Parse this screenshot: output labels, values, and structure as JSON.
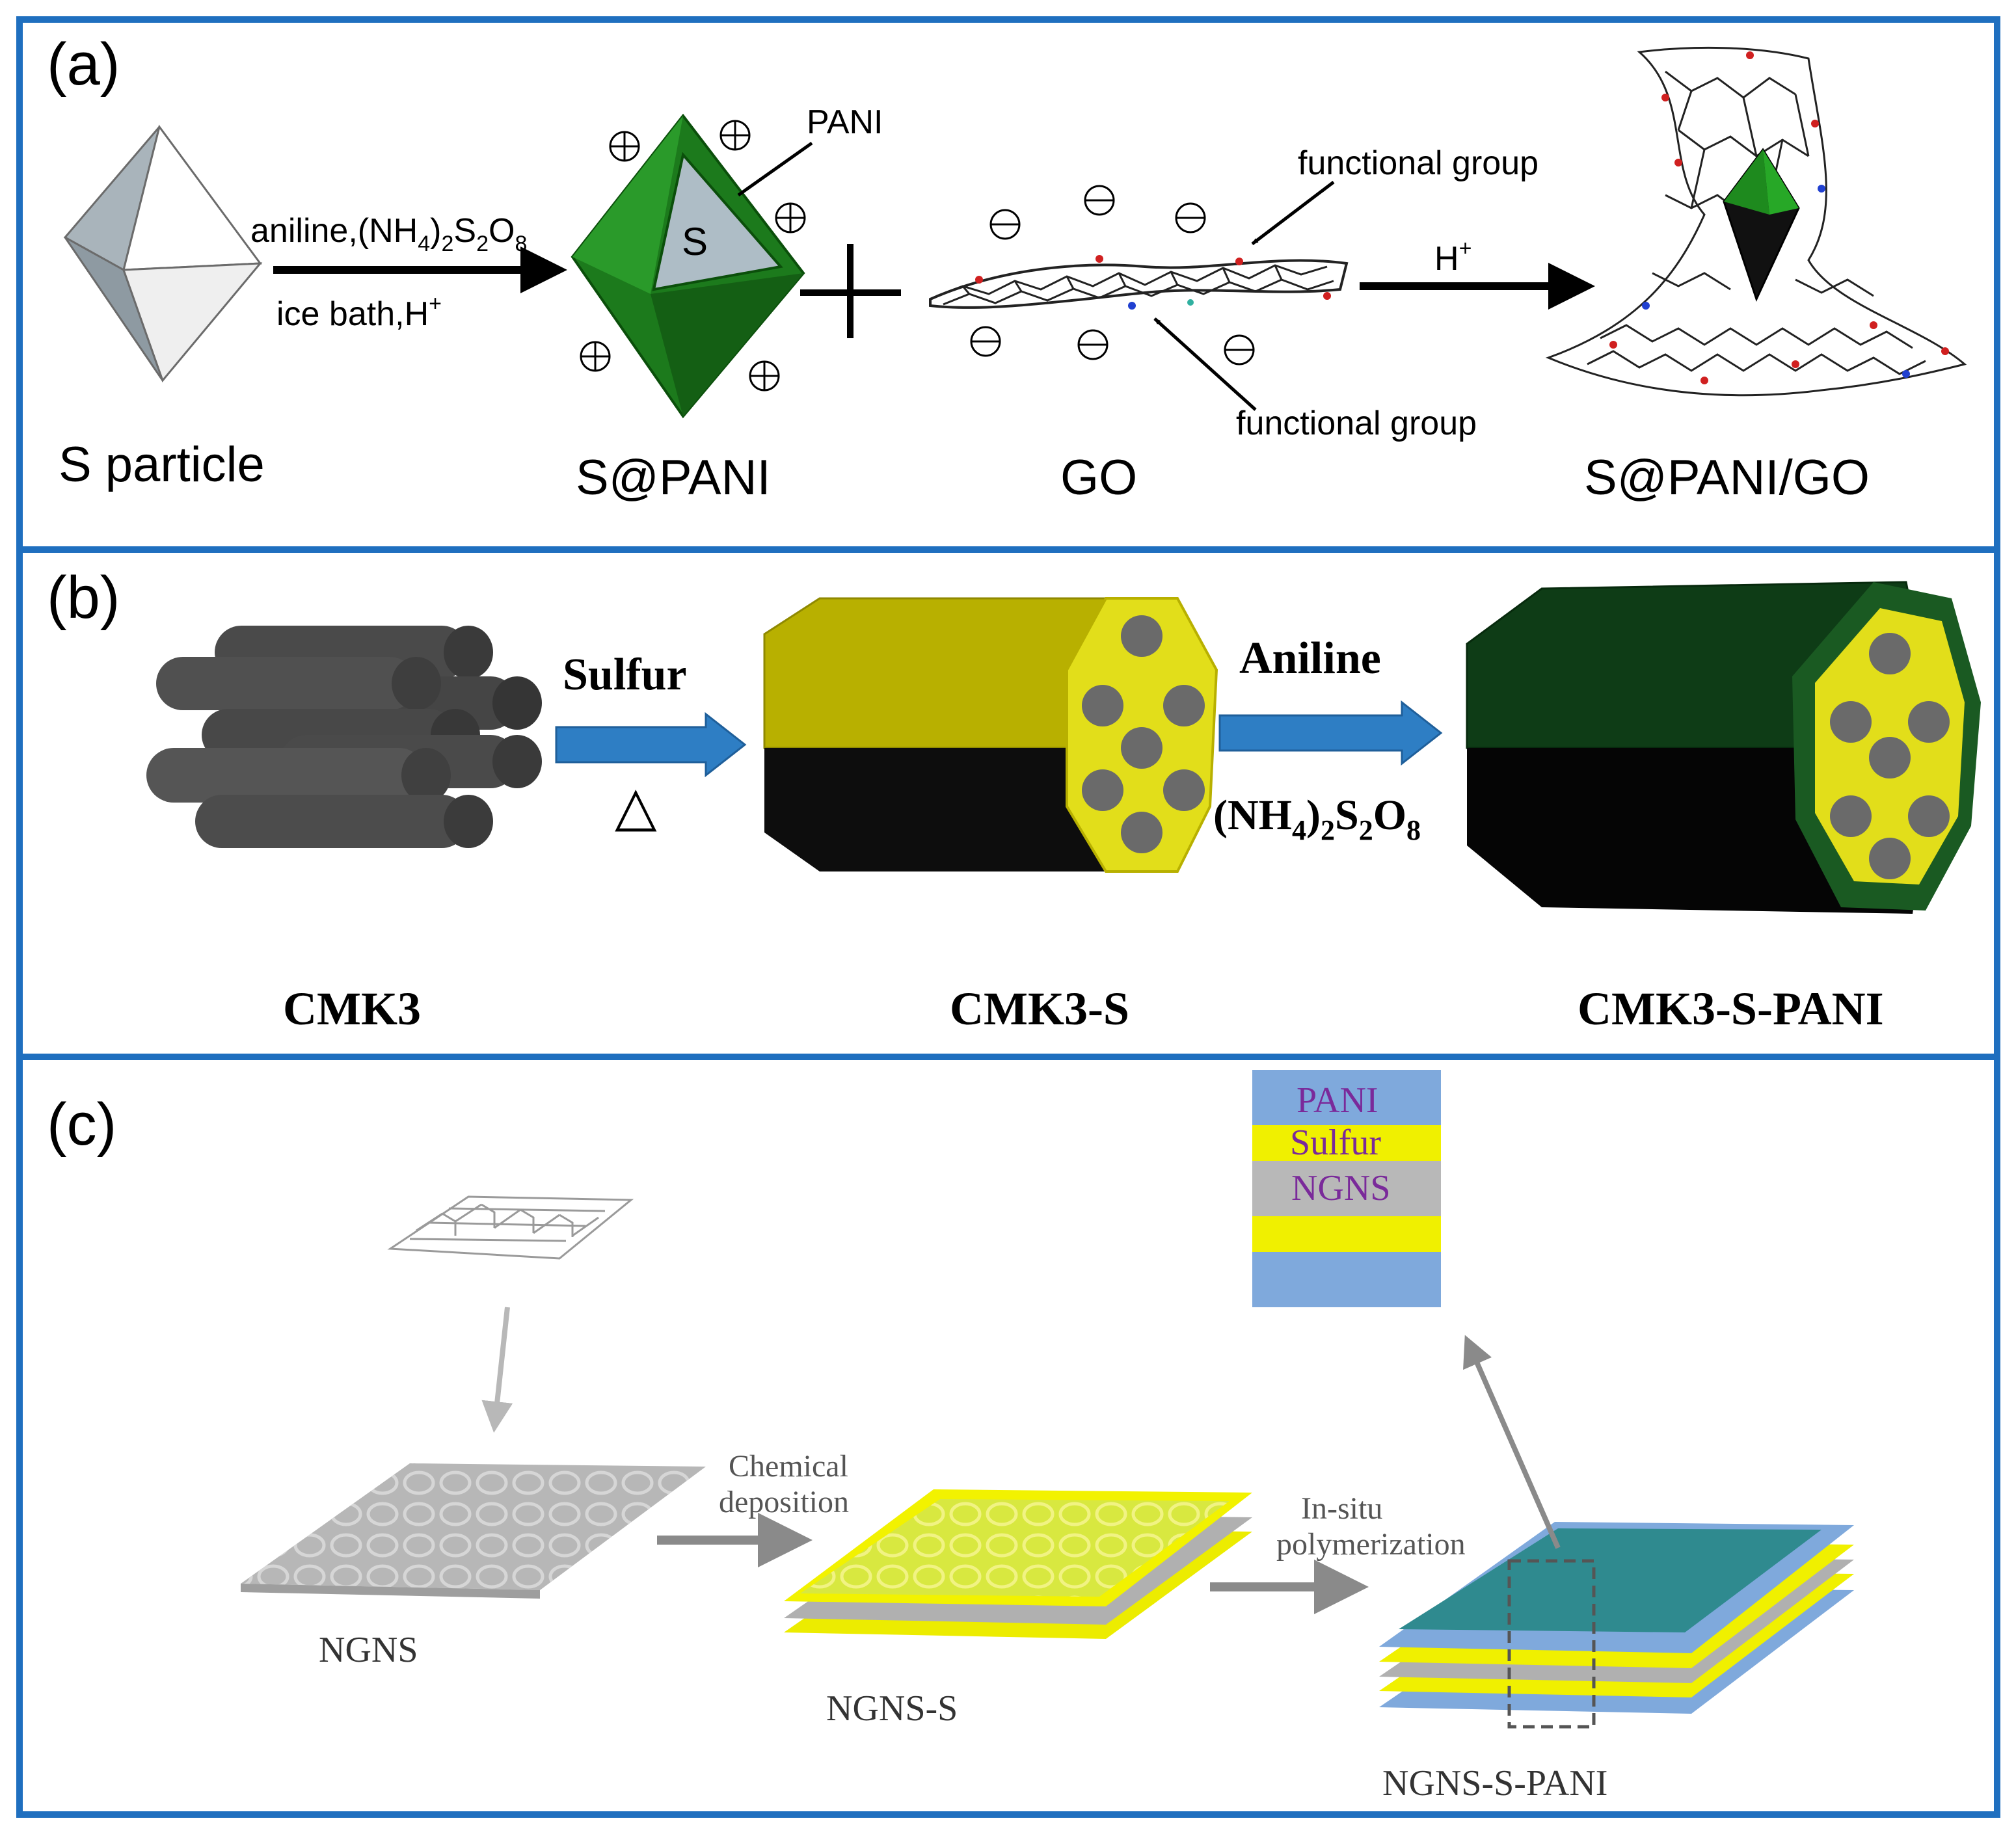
{
  "panel_a": {
    "label": "(a)",
    "s_particle": "S particle",
    "reagents_top_prefix": "aniline,(NH",
    "reagents_top_sub1": "4",
    "reagents_top_mid": ")",
    "reagents_top_sub2": "2",
    "reagents_top_s": "S",
    "reagents_top_sub3": "2",
    "reagents_top_o": "O",
    "reagents_top_sub4": "8",
    "reagents_bottom": "ice bath,H",
    "reagents_bottom_sup": "+",
    "core_label": "S",
    "pani_label": "PANI",
    "s_pani": "S@PANI",
    "go": "GO",
    "functional_group_top": "functional group",
    "functional_group_bottom": "functional group",
    "acid": "H",
    "acid_sup": "+",
    "s_pani_go": "S@PANI/GO"
  },
  "panel_b": {
    "label": "(b)",
    "step1_reagent": "Sulfur",
    "step1_condition": "△",
    "step2_reagent": "Aniline",
    "step2_cond_prefix": "(NH",
    "step2_cond_sub1": "4",
    "step2_cond_mid": ")",
    "step2_cond_sub2": "2",
    "step2_cond_s": "S",
    "step2_cond_sub3": "2",
    "step2_cond_o": "O",
    "step2_cond_sub4": "8",
    "cmk3": "CMK3",
    "cmk3_s": "CMK3-S",
    "cmk3_s_pani": "CMK3-S-PANI"
  },
  "panel_c": {
    "label": "(c)",
    "legend": [
      "PANI",
      "Sulfur",
      "NGNS"
    ],
    "step1_line1": "Chemical",
    "step1_line2": "deposition",
    "step2_line1": "In-situ",
    "step2_line2": "polymerization",
    "ngns": "NGNS",
    "ngns_s": "NGNS-S",
    "ngns_s_pani": "NGNS-S-PANI"
  },
  "colors": {
    "frame": "#1f6fbf",
    "pani_green": "#1e7d1e",
    "sulfur_yellow": "#e6e600",
    "cmk_gray": "#3c3c3c",
    "arrow_blue": "#2e7ec4",
    "pani_blue": "#7fa9dc",
    "legend_text": "#7a2a9a"
  }
}
